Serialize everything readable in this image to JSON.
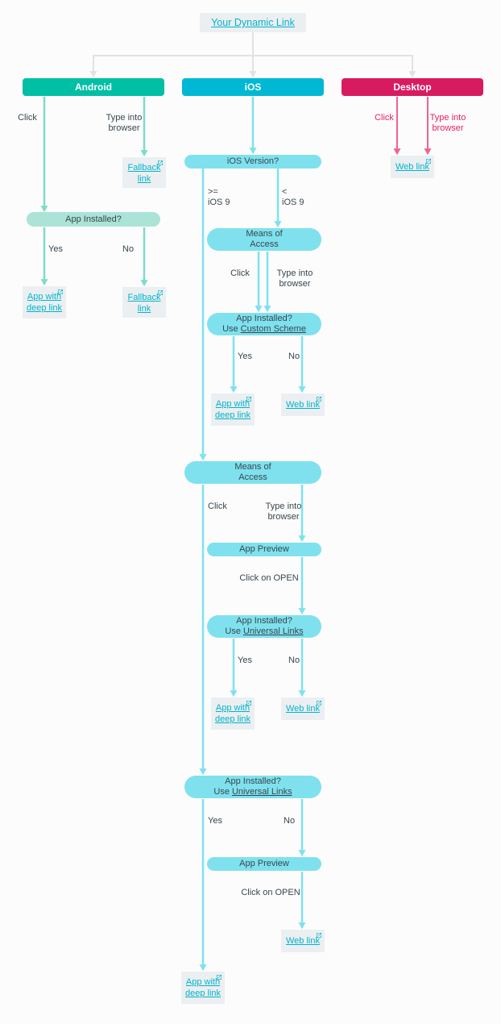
{
  "title": {
    "label": "Your Dynamic Link"
  },
  "headers": {
    "android": "Android",
    "ios": "iOS",
    "desktop": "Desktop"
  },
  "labels": {
    "click": "Click",
    "type_into_1": "Type into",
    "type_into_2": "browser",
    "yes": "Yes",
    "no": "No",
    "gte": ">=",
    "lt": "<",
    "ios9": "iOS 9",
    "click_on_open": "Click on OPEN"
  },
  "pills": {
    "app_installed": "App Installed?",
    "ios_version": "iOS Version?",
    "means_1": "Means of",
    "means_2": "Access",
    "app_preview": "App Preview",
    "use": "Use",
    "custom_scheme": "Custom Scheme",
    "universal_links": "Universal Links"
  },
  "links": {
    "fallback_1": "Fallback",
    "fallback_2": "link",
    "app_deep_1": "App with",
    "app_deep_2": "deep link",
    "web": "Web link"
  },
  "colors": {
    "android": "#00BFA5",
    "android_light": "#7EDCC9",
    "android_pill": "#ABE4D7",
    "ios": "#00B8D4",
    "ios_light": "#7FE1EE",
    "desktop": "#D81B60",
    "desktop_light": "#F06292",
    "link": "#00B4CC",
    "text": "#37474F",
    "box_bg": "#ECEFF1",
    "connector_gray": "#E2E2E2"
  }
}
